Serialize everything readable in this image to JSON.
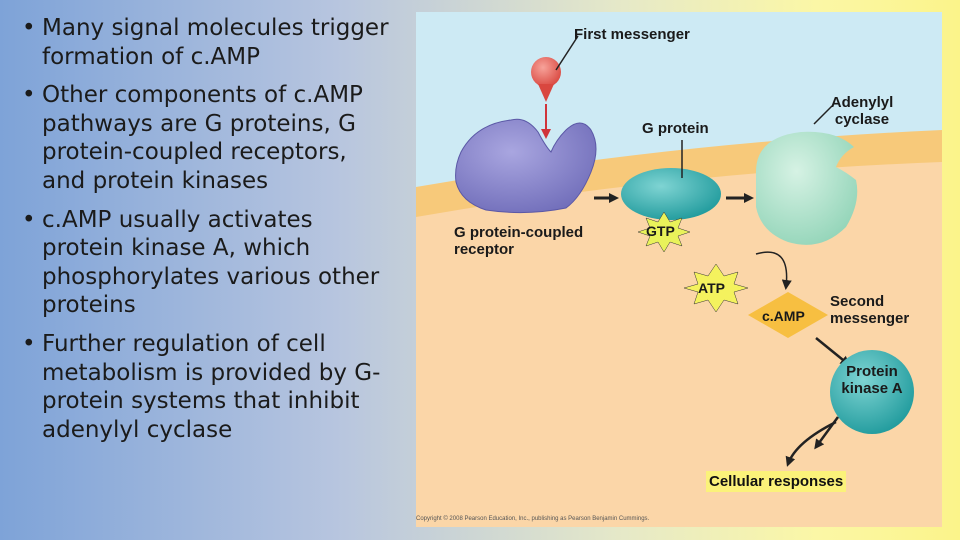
{
  "bullets": [
    "Many signal molecules trigger formation of c.AMP",
    "Other components of c.AMP pathways are G proteins, G protein-coupled receptors, and protein kinases",
    "c.AMP usually activates protein kinase A, which phosphorylates various other proteins",
    "Further regulation of cell metabolism is provided by G-protein systems that inhibit adenylyl cyclase"
  ],
  "diagram": {
    "first_messenger": "First messenger",
    "g_protein": "G protein",
    "adenylyl_cyclase_line1": "Adenylyl",
    "adenylyl_cyclase_line2": "cyclase",
    "gpcr_line1": "G protein-coupled",
    "gpcr_line2": "receptor",
    "gtp": "GTP",
    "atp": "ATP",
    "camp": "c.AMP",
    "second_messenger_line1": "Second",
    "second_messenger_line2": "messenger",
    "pka_line1": "Protein",
    "pka_line2": "kinase A",
    "cellular_responses": "Cellular responses",
    "copyright": "Copyright © 2008 Pearson Education, Inc., publishing as Pearson Benjamin Cummings."
  }
}
